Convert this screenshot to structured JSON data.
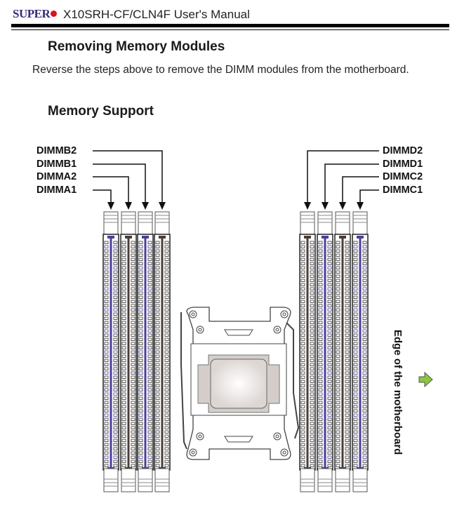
{
  "header": {
    "brand": "SUPER",
    "title": "X10SRH-CF/CLN4F User's Manual"
  },
  "section1": {
    "heading": "Removing Memory Modules",
    "body": "Reverse the steps above to remove the DIMM modules from the motherboard."
  },
  "section2": {
    "heading": "Memory Support"
  },
  "diagram": {
    "left_labels": [
      "DIMMB2",
      "DIMMB1",
      "DIMMA2",
      "DIMMA1"
    ],
    "right_labels": [
      "DIMMD2",
      "DIMMD1",
      "DIMMC2",
      "DIMMC1"
    ],
    "edge_label": "Edge of the motherboard",
    "colors": {
      "blue_slot": "#4b3f9a",
      "dark_slot": "#4a3d36",
      "arrow_green": "#8cc63f"
    }
  }
}
